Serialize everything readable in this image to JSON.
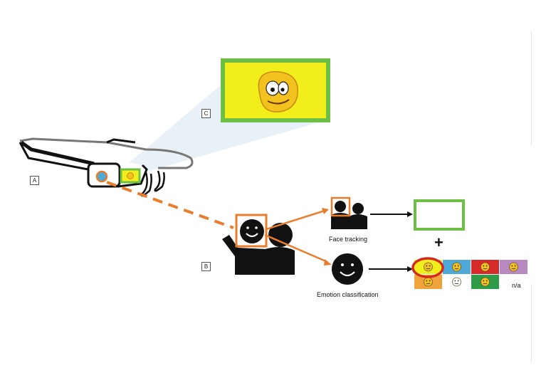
{
  "labels": {
    "a": "A",
    "b": "B",
    "c": "C"
  },
  "captions": {
    "face_tracking": "Face tracking",
    "emotion_classification": "Emotion classification",
    "plus": "+",
    "na": "n/a"
  },
  "colors": {
    "green_frame": "#6dbf45",
    "yellow_screen": "#f1ee1b",
    "orange": "#e87d2e",
    "light_blue": "#4fa9d9",
    "red": "#d62a2a",
    "purple": "#b889c1",
    "emotion_green": "#2d9b47",
    "selection_ring": "#d42a1e"
  },
  "emotion_grid": [
    {
      "color": "#f1ee1b",
      "icon": "happy-face-icon"
    },
    {
      "color": "#4fa9d9",
      "icon": "sad-face-icon"
    },
    {
      "color": "#d62a2a",
      "icon": "angry-face-icon"
    },
    {
      "color": "#b889c1",
      "icon": "disgust-face-icon"
    },
    {
      "color": "#f1a33b",
      "icon": "surprise-face-icon"
    },
    {
      "color": "#ffffff",
      "icon": "fear-face-icon"
    },
    {
      "color": "#2d9b47",
      "icon": "contempt-face-icon"
    },
    {
      "color": "#ffffff",
      "icon": "none"
    }
  ]
}
